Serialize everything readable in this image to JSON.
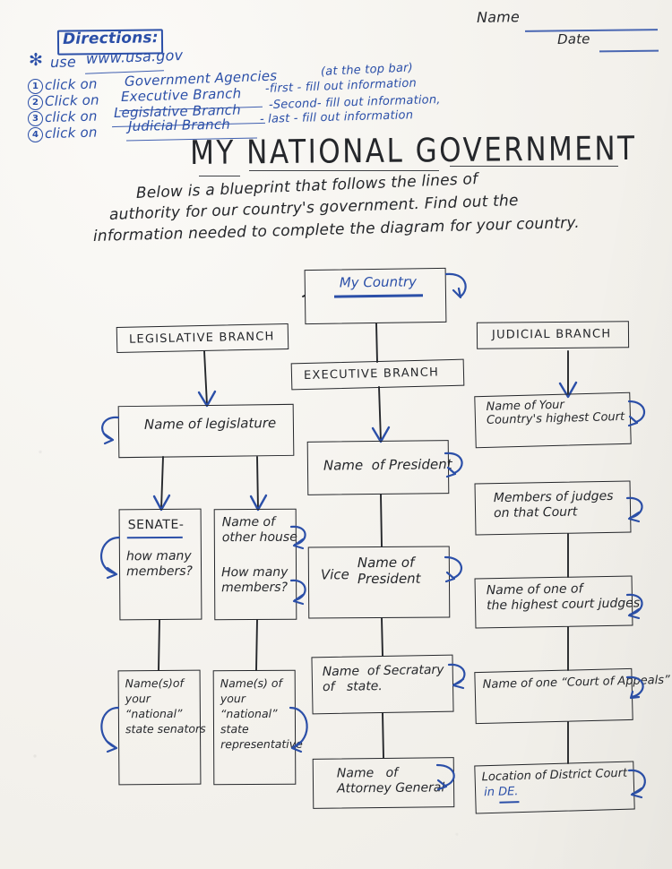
{
  "page": {
    "paper_color": "#f3f1ec",
    "ink_black": "#25272b",
    "ink_blue": "#2b4fa8"
  },
  "header": {
    "name_label": "Name",
    "date_label": "Date"
  },
  "directions": {
    "heading": "Directions:",
    "bullet_marker": "✻",
    "site_line_prefix": "use",
    "site": "www.usa.gov",
    "steps": [
      {
        "number": "1",
        "action": "click on",
        "target": "Government Agencies",
        "note": "(at the top bar)"
      },
      {
        "number": "2",
        "action": "Click on",
        "target": "Executive Branch",
        "note": "-first - fill out information"
      },
      {
        "number": "3",
        "action": "click on",
        "target": "Legislative Branch",
        "note": "-Second- fill out information,"
      },
      {
        "number": "4",
        "action": "click on",
        "target": "Judicial Branch",
        "note": "- last - fill out information"
      }
    ]
  },
  "title": "MY NATIONAL GOVERNMENT",
  "intro": [
    "Below is a blueprint that follows the lines of",
    "authority for our country's government. Find out the",
    "information needed to complete the diagram for your country."
  ],
  "chart_data": {
    "type": "diagram",
    "title": "MY NATIONAL GOVERNMENT",
    "nodes": [
      {
        "id": "country",
        "label": "My Country",
        "underlined": true,
        "blue_underline": true,
        "column": "center",
        "level": 0,
        "curl": "right"
      },
      {
        "id": "legis_hdr",
        "label": "LEGISLATIVE BRANCH",
        "style": "print",
        "column": "left",
        "level": 1
      },
      {
        "id": "exec_hdr",
        "label": "EXECUTIVE BRANCH",
        "style": "print",
        "column": "center",
        "level": 1
      },
      {
        "id": "jud_hdr",
        "label": "JUDICIAL BRANCH",
        "style": "print",
        "column": "right",
        "level": 1
      },
      {
        "id": "legis_name",
        "label": "Name of legislature",
        "column": "left",
        "level": 2,
        "curl": "left"
      },
      {
        "id": "pres",
        "label": "Name  of President",
        "column": "center",
        "level": 2,
        "curl": "right"
      },
      {
        "id": "high_court",
        "label": "Name of Your\nCountry's highest Court",
        "column": "right",
        "level": 2,
        "curl": "right"
      },
      {
        "id": "senate",
        "label": "SENATE-",
        "label2": "how many\nmembers?",
        "underlined": true,
        "blue_underline": true,
        "column": "left-a",
        "level": 3,
        "curl": "left"
      },
      {
        "id": "otherhouse",
        "label": "Name of\nother house",
        "label2": "How many\nmembers?",
        "column": "left-b",
        "level": 3,
        "curl": "right2"
      },
      {
        "id": "vp",
        "label": "Name of\nPresident",
        "label_prefix": "Vice",
        "column": "center",
        "level": 3,
        "curl": "right"
      },
      {
        "id": "members",
        "label": "Members of judges\non that Court",
        "column": "right",
        "level": 3,
        "curl": "right"
      },
      {
        "id": "one_judge",
        "label": "Name of one of\nthe highest court judges.",
        "column": "right",
        "level": 4,
        "curl": "right"
      },
      {
        "id": "senators",
        "label": "Name(s)of\nyour\n“national”\nstate senators",
        "column": "left-a",
        "level": 5,
        "curl": "left"
      },
      {
        "id": "reps",
        "label": "Name(s) of\nyour\n“national”\nstate\nrepresentative",
        "column": "left-b",
        "level": 5,
        "curl": "right2"
      },
      {
        "id": "sec_state",
        "label": "Name  of Secratary\nof   state.",
        "column": "center",
        "level": 4,
        "curl": "right"
      },
      {
        "id": "atty_gen",
        "label": "Name   of\nAttorney General",
        "column": "center",
        "level": 5,
        "curl": "right"
      },
      {
        "id": "appeals",
        "label": "Name of one “Court of Appeals”",
        "column": "right",
        "level": 5,
        "curl": "right"
      },
      {
        "id": "district",
        "label": "Location of District Court",
        "label2": "in DE.",
        "label2_underlined": true,
        "column": "right",
        "level": 6,
        "curl": "right"
      }
    ],
    "edges": [
      {
        "from": "country",
        "to": "legis_hdr",
        "arrow": false
      },
      {
        "from": "country",
        "to": "exec_hdr",
        "arrow": false
      },
      {
        "from": "country",
        "to": "jud_hdr",
        "arrow": false
      },
      {
        "from": "legis_hdr",
        "to": "legis_name",
        "arrow": true
      },
      {
        "from": "exec_hdr",
        "to": "pres",
        "arrow": true
      },
      {
        "from": "jud_hdr",
        "to": "high_court",
        "arrow": true
      },
      {
        "from": "legis_name",
        "to": "senate",
        "arrow": true
      },
      {
        "from": "legis_name",
        "to": "otherhouse",
        "arrow": true
      },
      {
        "from": "pres",
        "to": "vp",
        "arrow": false
      },
      {
        "from": "members",
        "to": "one_judge",
        "arrow": false
      },
      {
        "from": "senate",
        "to": "senators",
        "arrow": false
      },
      {
        "from": "otherhouse",
        "to": "reps",
        "arrow": false
      },
      {
        "from": "vp",
        "to": "sec_state",
        "arrow": false
      },
      {
        "from": "sec_state",
        "to": "atty_gen",
        "arrow": false
      },
      {
        "from": "one_judge",
        "to": "appeals",
        "arrow": false
      },
      {
        "from": "appeals",
        "to": "district",
        "arrow": false
      }
    ]
  }
}
